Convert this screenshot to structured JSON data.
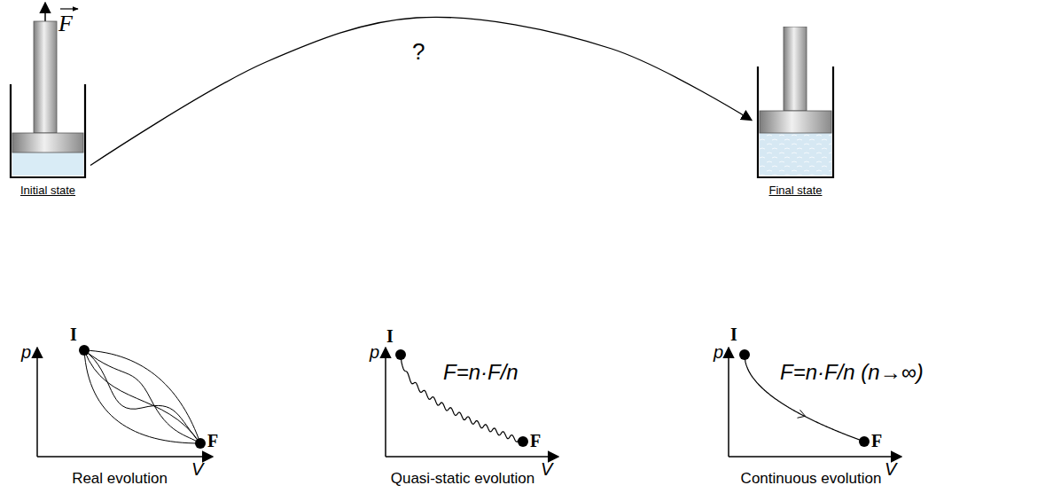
{
  "diagram": {
    "nodes": [
      {
        "text": [
          "Initial state"
        ]
      },
      {
        "text": [
          "Final state"
        ]
      }
    ],
    "edges": [
      {
        "from": 0,
        "to": 1,
        "arrow": "to",
        "label": "?"
      }
    ],
    "labels": [
      "F",
      "p",
      "V",
      "I",
      "F",
      "Real evolution",
      "p",
      "V",
      "I",
      "F",
      "F=n·F/n",
      "Quasi-static evolution",
      "p",
      "V",
      "I",
      "F",
      "F=n·F/n (n→∞)",
      "Continuous evolution"
    ]
  }
}
